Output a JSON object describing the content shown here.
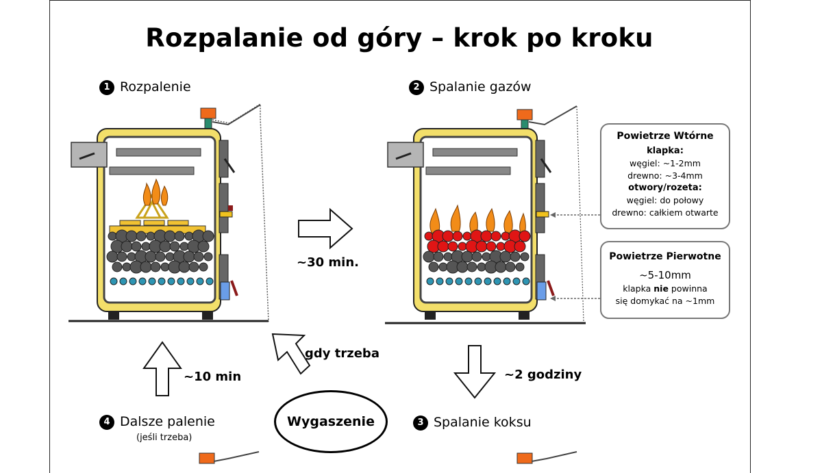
{
  "title": "Rozpalanie od góry – krok po kroku",
  "steps": [
    {
      "num": "1",
      "label": "Rozpalenie"
    },
    {
      "num": "2",
      "label": "Spalanie gazów"
    },
    {
      "num": "3",
      "label": "Spalanie koksu"
    },
    {
      "num": "4",
      "label": "Dalsze palenie",
      "sub": "(jeśli trzeba)"
    }
  ],
  "arrows": {
    "right": "~30 min.",
    "down": "~2 godziny",
    "up": "~10 min",
    "diagonal": "gdy trzeba"
  },
  "end_state": "Wygaszenie",
  "secondary_air": {
    "title": "Powietrze Wtórne",
    "flap_heading": "klapka:",
    "flap_coal": "węgiel: ~1-2mm",
    "flap_wood": "drewno: ~3-4mm",
    "holes_heading": "otwory/rozeta:",
    "holes_coal": "węgiel: do połowy",
    "holes_wood": "drewno: całkiem otwarte"
  },
  "primary_air": {
    "title": "Powietrze Pierwotne",
    "value": "~5-10mm",
    "note_pre": "klapka ",
    "note_bold": "nie",
    "note_post": " powinna",
    "note_line2": "się domykać na ~1mm"
  },
  "colors": {
    "boiler_shell": "#f3df6a",
    "boiler_inner": "#ffffff",
    "flue_pipe": "#b5b5b5",
    "coal": "#555555",
    "ember": "#e01515",
    "ash_grate": "#2e95b3",
    "kindling": "#f1c232",
    "flame": "#f28c18",
    "valve_cap": "#ef6a1b",
    "valve_stem": "#2a8c6e",
    "primary_flap": "#6a9de8",
    "secondary_slot": "#f0c21e",
    "handle": "#8b1a1a"
  }
}
